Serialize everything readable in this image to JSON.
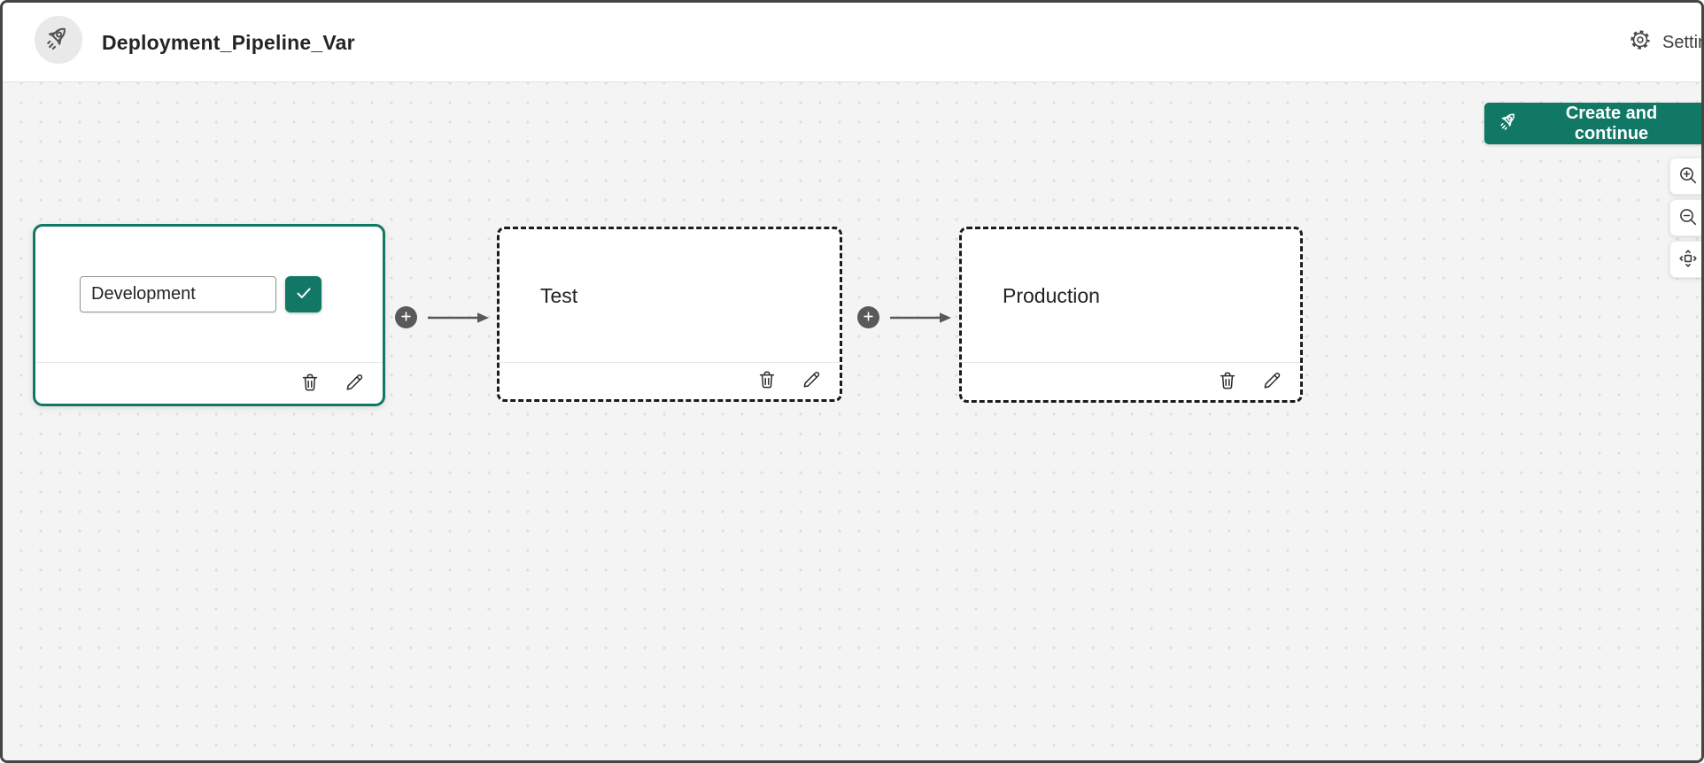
{
  "header": {
    "title": "Deployment_Pipeline_Var",
    "settings_label": "Settings"
  },
  "actions": {
    "create_button_label": "Create and continue"
  },
  "stages": {
    "development": {
      "name": "Development",
      "state": "editing",
      "input_value": "Development"
    },
    "test": {
      "name": "Test",
      "state": "empty"
    },
    "production": {
      "name": "Production",
      "state": "empty"
    }
  },
  "icons": {
    "header_avatar": "rocket-icon",
    "settings": "gear-icon",
    "create_button": "rocket-icon",
    "zoom_controls": [
      "zoom-in-icon",
      "zoom-out-icon",
      "fit-view-icon"
    ],
    "stage_footer": [
      "trash-icon",
      "pencil-icon"
    ],
    "confirm": "checkmark-icon",
    "connector": "plus-icon"
  },
  "colors": {
    "accent": "#117865",
    "canvas_background": "#f4f4f4",
    "connector_gray": "#595959",
    "frame_border": "#454545",
    "dashed_border": "#1b1b1b"
  }
}
